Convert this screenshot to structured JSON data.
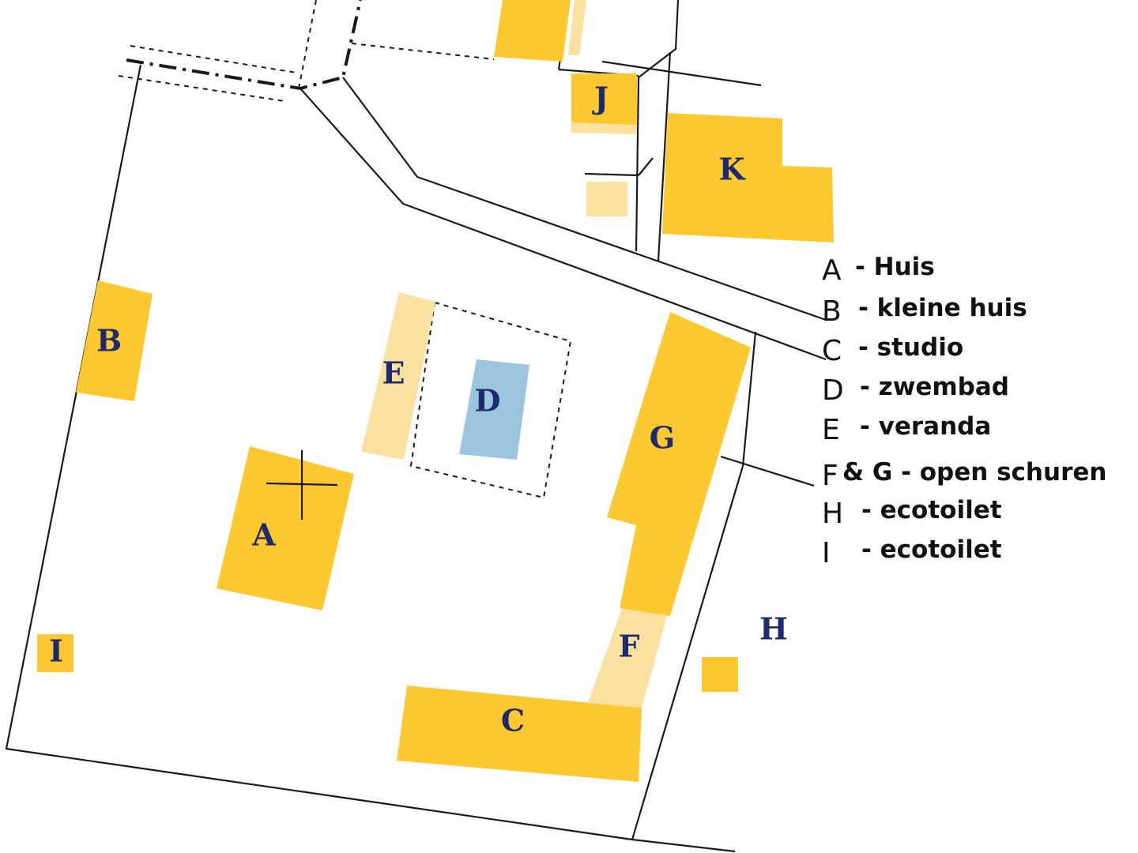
{
  "map": {
    "buildings": [
      {
        "id": "A",
        "label": "A"
      },
      {
        "id": "B",
        "label": "B"
      },
      {
        "id": "C",
        "label": "C"
      },
      {
        "id": "D",
        "label": "D"
      },
      {
        "id": "E",
        "label": "E"
      },
      {
        "id": "F",
        "label": "F"
      },
      {
        "id": "G",
        "label": "G"
      },
      {
        "id": "H",
        "label": "H"
      },
      {
        "id": "I",
        "label": "I"
      },
      {
        "id": "J",
        "label": "J"
      },
      {
        "id": "K",
        "label": "K"
      }
    ],
    "colors": {
      "building": "#fdc830",
      "building_light": "#fbe1a0",
      "pool": "#9bc4de",
      "label": "#1c2a6e",
      "line": "#1a1a1a"
    }
  },
  "legend": {
    "items": [
      {
        "key": "A",
        "text": "- Huis"
      },
      {
        "key": "B",
        "text": "- kleine huis"
      },
      {
        "key": "C",
        "text": "- studio"
      },
      {
        "key": "D",
        "text": "- zwembad"
      },
      {
        "key": "E",
        "text": "- veranda"
      },
      {
        "key": "F",
        "text": "& G - open schuren"
      },
      {
        "key": "H",
        "text": "- ecotoilet"
      },
      {
        "key": "I",
        "text": "- ecotoilet"
      }
    ]
  }
}
